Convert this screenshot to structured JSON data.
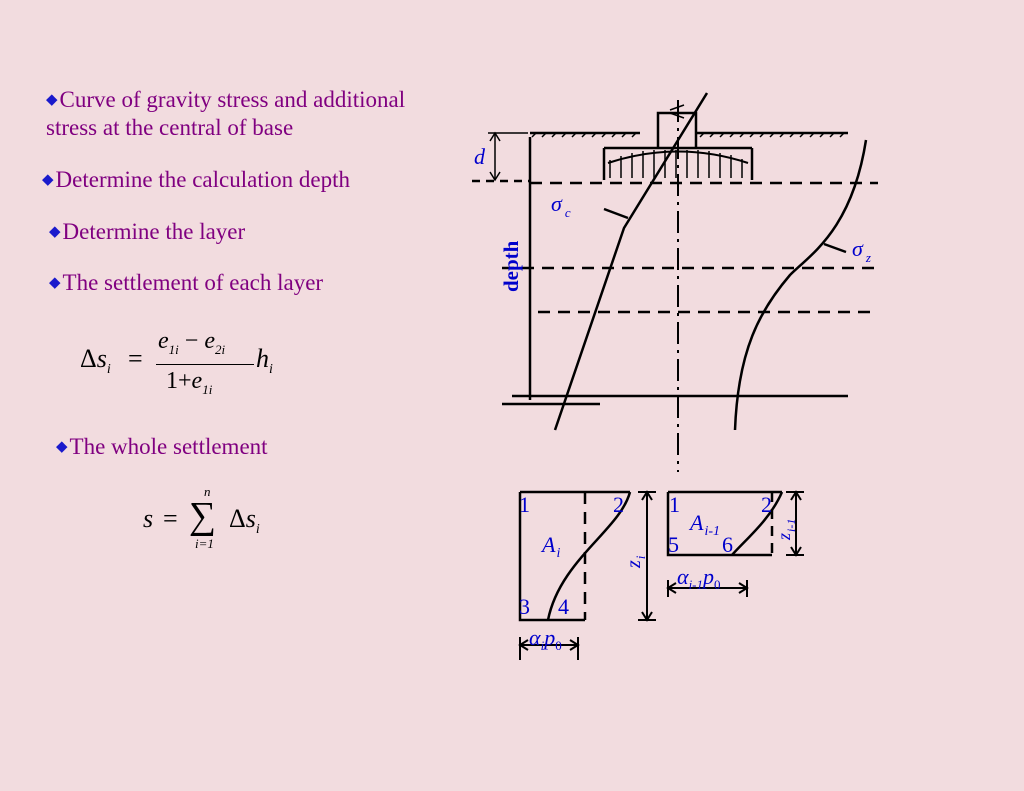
{
  "bullets": [
    {
      "line1": "Curve of gravity stress and additional",
      "line2": "stress at the central of base"
    },
    {
      "text": "Determine the calculation depth"
    },
    {
      "text": "Determine the layer"
    },
    {
      "text": "The settlement of each layer"
    },
    {
      "text": "The whole settlement"
    }
  ],
  "formula_layer": {
    "delta": "Δ",
    "s": "s",
    "i": "i",
    "eq": "=",
    "e1": "e",
    "sub1i": "1i",
    "minus": "−",
    "e2": "e",
    "sub2i": "2i",
    "one": "1",
    "plus": "+",
    "h": "h"
  },
  "formula_total": {
    "s": "s",
    "eq": "=",
    "sum": "∑",
    "top": "n",
    "bottom": "i=1",
    "delta": "Δ",
    "si": "s",
    "i": "i"
  },
  "diagram": {
    "d_label": "d",
    "sigma": "σ",
    "sigma_c_sub": "c",
    "sigma_z_sub": "z",
    "depth_label": "depth",
    "colors": {
      "label": "#0000cc",
      "line": "#000000"
    }
  },
  "panel_left": {
    "p1": "1",
    "p2": "2",
    "p3": "3",
    "p4": "4",
    "A": "A",
    "A_sub": "i",
    "z": "z",
    "z_sub": "i",
    "alpha": "α",
    "alpha_sub": "i",
    "p": "p",
    "p_sub": "0"
  },
  "panel_right": {
    "p1": "1",
    "p2": "2",
    "p5": "5",
    "p6": "6",
    "A": "A",
    "A_sub": "i-1",
    "z": "z",
    "z_sub": "i-1",
    "alpha": "α",
    "alpha_sub": "i-1",
    "p": "p",
    "p_sub": "0"
  }
}
